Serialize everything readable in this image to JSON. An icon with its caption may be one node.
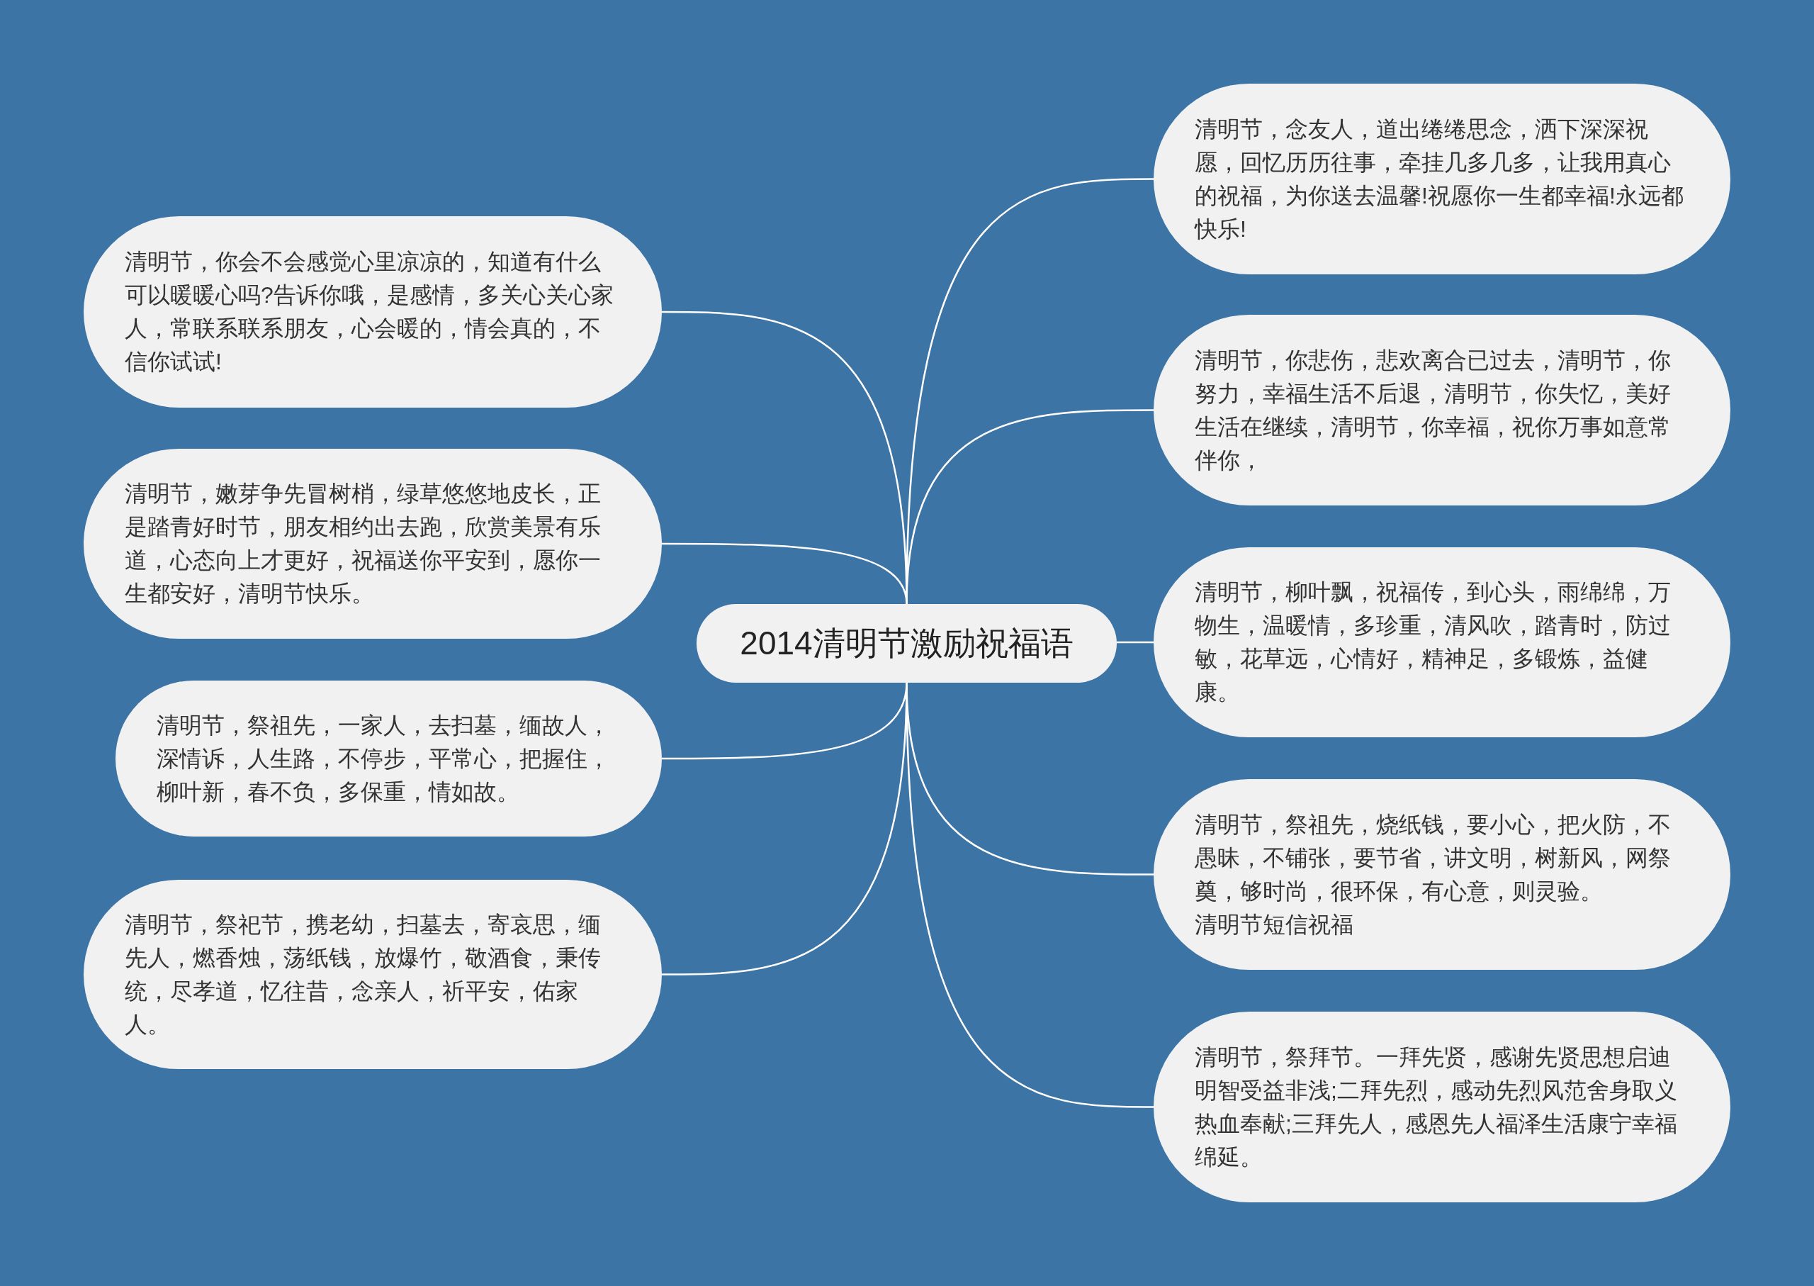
{
  "diagram": {
    "nodes": [
      {
        "text": [
          "2014清明节激励祝福语"
        ]
      },
      {
        "text": [
          "清明节，你会不会感觉心里凉凉的，知道有什么可以暖暖心吗?告诉你哦，是感情，多关心关心家人，常联系联系朋友，心会暖的，情会真的，不信你试试!"
        ]
      },
      {
        "text": [
          "清明节，嫩芽争先冒树梢，绿草悠悠地皮长，正是踏青好时节，朋友相约出去跑，欣赏美景有乐道，心态向上才更好，祝福送你平安到，愿你一生都安好，清明节快乐。"
        ]
      },
      {
        "text": [
          "清明节，祭祖先，一家人，去扫墓，缅故人，深情诉，人生路，不停步，平常心，把握住，柳叶新，春不负，多保重，情如故。"
        ]
      },
      {
        "text": [
          "清明节，祭祀节，携老幼，扫墓去，寄哀思，缅先人，燃香烛，荡纸钱，放爆竹，敬酒食，秉传统，尽孝道，忆往昔，念亲人，祈平安，佑家人。"
        ]
      },
      {
        "text": [
          "清明节，念友人，道出绻绻思念，洒下深深祝愿，回忆历历往事，牵挂几多几多，让我用真心的祝福，为你送去温馨!祝愿你一生都幸福!永远都快乐!"
        ]
      },
      {
        "text": [
          "清明节，你悲伤，悲欢离合已过去，清明节，你努力，幸福生活不后退，清明节，你失忆，美好生活在继续，清明节，你幸福，祝你万事如意常伴你，"
        ]
      },
      {
        "text": [
          "清明节，柳叶飘，祝福传，到心头，雨绵绵，万物生，温暖情，多珍重，清风吹，踏青时，防过敏，花草远，心情好，精神足，多锻炼，益健康。"
        ]
      },
      {
        "text": [
          "清明节，祭祖先，烧纸钱，要小心，把火防，不愚昧，不铺张，要节省，讲文明，树新风，网祭奠，够时尚，很环保，有心意，则灵验。",
          "清明节短信祝福"
        ]
      },
      {
        "text": [
          "清明节，祭拜节。一拜先贤，感谢先贤思想启迪明智受益非浅;二拜先烈，感动先烈风范舍身取义热血奉献;三拜先人，感恩先人福泽生活康宁幸福绵延。"
        ]
      }
    ],
    "edges": [
      {
        "from": 0,
        "to": 1,
        "arrow": "none"
      },
      {
        "from": 0,
        "to": 2,
        "arrow": "none"
      },
      {
        "from": 0,
        "to": 3,
        "arrow": "none"
      },
      {
        "from": 0,
        "to": 4,
        "arrow": "none"
      },
      {
        "from": 0,
        "to": 5,
        "arrow": "none"
      },
      {
        "from": 0,
        "to": 6,
        "arrow": "none"
      },
      {
        "from": 0,
        "to": 7,
        "arrow": "none"
      },
      {
        "from": 0,
        "to": 8,
        "arrow": "none"
      },
      {
        "from": 0,
        "to": 9,
        "arrow": "none"
      }
    ]
  }
}
